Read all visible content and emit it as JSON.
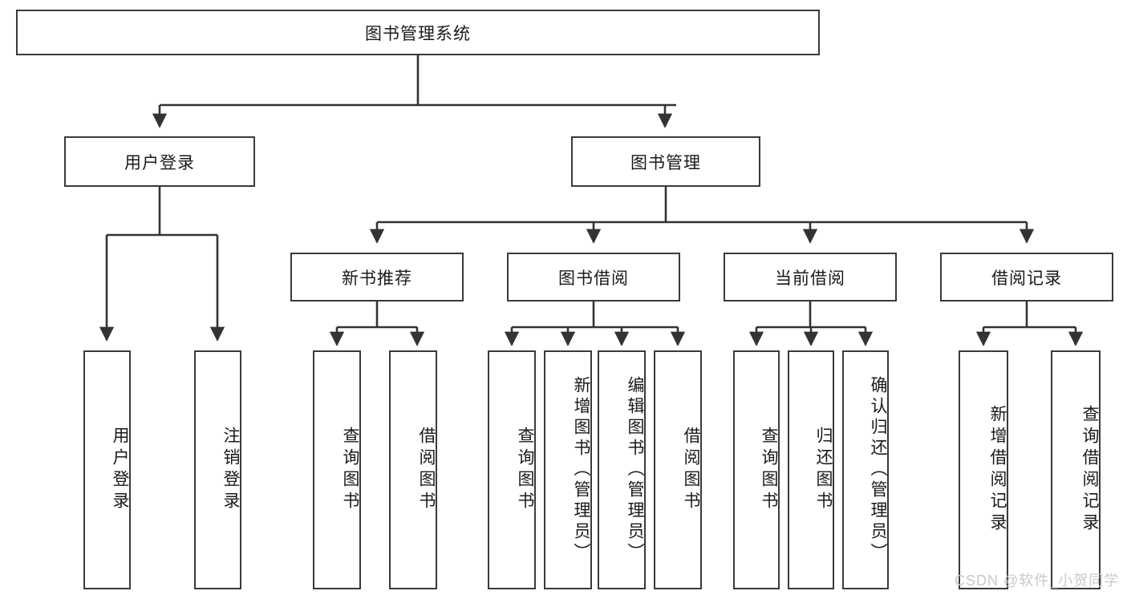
{
  "diagram": {
    "type": "tree",
    "title": "图书管理系统",
    "root": {
      "label": "图书管理系统"
    },
    "level2": [
      {
        "label": "用户登录"
      },
      {
        "label": "图书管理"
      }
    ],
    "level3": [
      {
        "label": "新书推荐"
      },
      {
        "label": "图书借阅"
      },
      {
        "label": "当前借阅"
      },
      {
        "label": "借阅记录"
      }
    ],
    "leaves": {
      "user_login": [
        {
          "label": "用户登录"
        },
        {
          "label": "注销登录"
        }
      ],
      "new_book_recommend": [
        {
          "label": "查询图书"
        },
        {
          "label": "借阅图书"
        }
      ],
      "book_borrow": [
        {
          "label": "查询图书"
        },
        {
          "label": "新增图书（管理员）"
        },
        {
          "label": "编辑图书（管理员）"
        },
        {
          "label": "借阅图书"
        }
      ],
      "current_borrow": [
        {
          "label": "查询图书"
        },
        {
          "label": "归还图书"
        },
        {
          "label": "确认归还（管理员）"
        }
      ],
      "borrow_record": [
        {
          "label": "新增借阅记录"
        },
        {
          "label": "查询借阅记录"
        }
      ]
    }
  },
  "watermark": {
    "text": "CSDN @软件_小贺同学"
  },
  "colors": {
    "box_border": "#3a3a3a",
    "box_fill": "#ffffff",
    "text": "#1a1a1a",
    "line": "#333333",
    "watermark": "#c9c9c9"
  }
}
